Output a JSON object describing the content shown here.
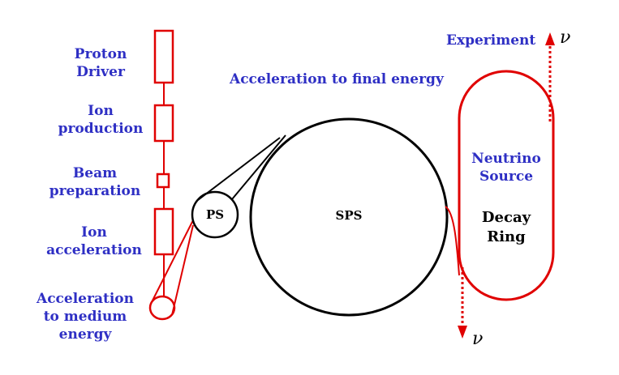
{
  "labels": {
    "proton_driver": [
      "Proton",
      "Driver"
    ],
    "ion_production": [
      "Ion",
      "production"
    ],
    "beam_preparation": [
      "Beam",
      "preparation"
    ],
    "ion_acceleration": [
      "Ion",
      "acceleration"
    ],
    "acceleration_medium": [
      "Acceleration",
      "to medium",
      "energy"
    ],
    "acceleration_final": "Acceleration to final energy",
    "ps": "PS",
    "sps": "SPS",
    "experiment": "Experiment",
    "neutrino_source": [
      "Neutrino",
      "Source"
    ],
    "decay_ring": [
      "Decay",
      "Ring"
    ],
    "nu_top": "ν",
    "nu_bottom": "ν"
  },
  "colors": {
    "label_blue": "#2e2fc4",
    "accelerator_red": "#e00000",
    "ring_black": "#000000"
  }
}
